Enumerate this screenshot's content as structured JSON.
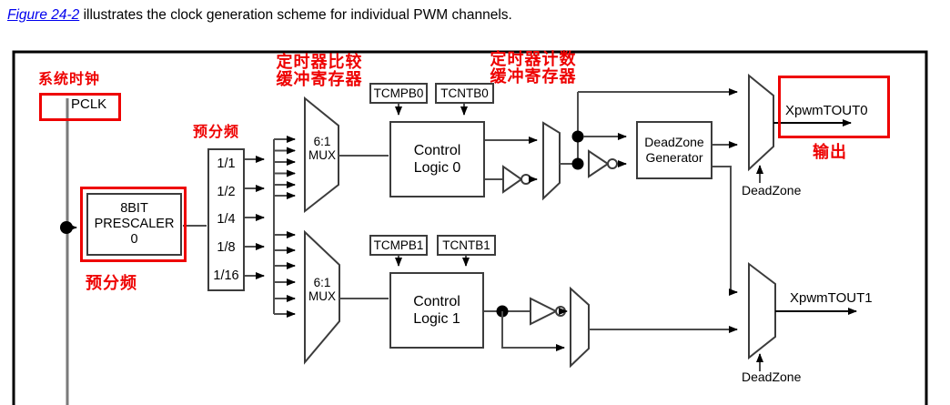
{
  "caption": {
    "link_text": "Figure 24-2",
    "text": " illustrates the clock generation scheme for individual PWM channels."
  },
  "annotations": {
    "system_clock": "系统时钟",
    "compare_buffer_line1": "定时器比较",
    "compare_buffer_line2": "缓冲寄存器",
    "count_buffer_line1": "定时器计数",
    "count_buffer_line2": "缓冲寄存器",
    "prescaler_label_top": "预分频",
    "prescaler_label_bottom": "预分频",
    "output_label": "输出"
  },
  "blocks": {
    "pclk": "PCLK",
    "prescaler_line1": "8BIT",
    "prescaler_line2": "PRESCALER",
    "prescaler_line3": "0",
    "dividers": [
      "1/1",
      "1/2",
      "1/4",
      "1/8",
      "1/16"
    ],
    "mux0_label": "6:1\nMUX",
    "mux1_label": "6:1\nMUX",
    "tcmpb0": "TCMPB0",
    "tcntb0": "TCNTB0",
    "tcmpb1": "TCMPB1",
    "tcntb1": "TCNTB1",
    "control_logic0": "Control Logic 0",
    "control_logic1": "Control Logic 1",
    "deadzone_generator": "DeadZone Generator",
    "deadzone_label0": "DeadZone",
    "deadzone_label1": "DeadZone",
    "xpwmtout0": "XpwmTOUT0",
    "xpwmtout1": "XpwmTOUT1"
  },
  "colors": {
    "annotation_red": "#ee0000",
    "link_blue": "#0000ee",
    "clock_line_gray": "#7a7a7a"
  }
}
